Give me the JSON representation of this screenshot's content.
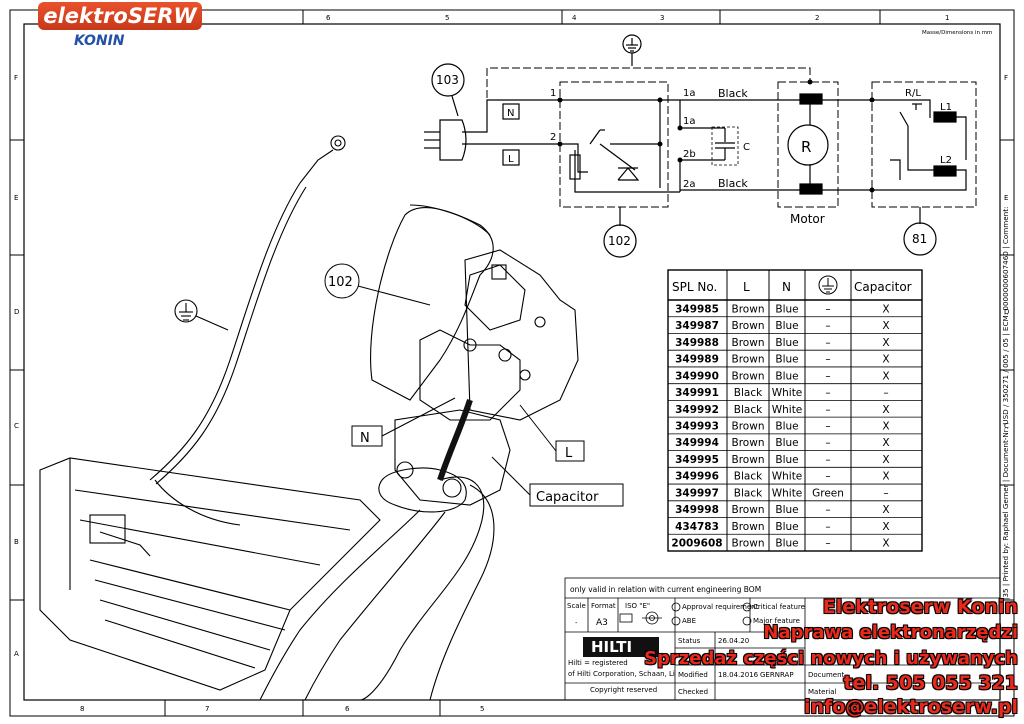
{
  "branding": {
    "logo_main": "elektroSERW",
    "logo_sub": "KONIN",
    "ad_lines": [
      "Elektroserw Konin",
      "Naprawa elektronarzędzi",
      "Sprzedaż części nowych i używanych",
      "tel. 505 055 321",
      "info@elektroserw.pl"
    ]
  },
  "frame": {
    "columns_top": [
      "6",
      "5",
      "4",
      "3",
      "2",
      "1"
    ],
    "columns_bottom": [
      "8",
      "7",
      "6",
      "5"
    ],
    "rows": [
      "F",
      "E",
      "D",
      "C",
      "B",
      "A"
    ],
    "units_note": "Masse/Dimensions in mm",
    "side_text": "|35 | Printed by: Raphael Gerner | Document-Nr: USD / 350271 / 005 / 05 | ECM: 0000000607460 | Comment:"
  },
  "schematic": {
    "callouts": {
      "plug": "103",
      "switch": "102",
      "motor": "Motor",
      "field": "81"
    },
    "labels": {
      "n": "N",
      "l": "L",
      "term1": "1",
      "term2": "2",
      "t1a_top": "1a",
      "t1a_mid": "1a",
      "t2b": "2b",
      "t2a": "2a",
      "black_top": "Black",
      "black_bottom": "Black",
      "cap": "C",
      "rotor": "R",
      "rl": "R/L",
      "l1": "L1",
      "l2": "L2"
    }
  },
  "assembly": {
    "callout_102": "102",
    "label_n": "N",
    "label_l": "L",
    "label_capacitor": "Capacitor"
  },
  "parts_table": {
    "headers": [
      "SPL No.",
      "L",
      "N",
      "ground-symbol",
      "Capacitor"
    ],
    "rows": [
      [
        "349985",
        "Brown",
        "Blue",
        "–",
        "X"
      ],
      [
        "349987",
        "Brown",
        "Blue",
        "–",
        "X"
      ],
      [
        "349988",
        "Brown",
        "Blue",
        "–",
        "X"
      ],
      [
        "349989",
        "Brown",
        "Blue",
        "–",
        "X"
      ],
      [
        "349990",
        "Brown",
        "Blue",
        "–",
        "X"
      ],
      [
        "349991",
        "Black",
        "White",
        "–",
        "–"
      ],
      [
        "349992",
        "Black",
        "White",
        "–",
        "X"
      ],
      [
        "349993",
        "Brown",
        "Blue",
        "–",
        "X"
      ],
      [
        "349994",
        "Brown",
        "Blue",
        "–",
        "X"
      ],
      [
        "349995",
        "Brown",
        "Blue",
        "–",
        "X"
      ],
      [
        "349996",
        "Black",
        "White",
        "–",
        "X"
      ],
      [
        "349997",
        "Black",
        "White",
        "Green",
        "–"
      ],
      [
        "349998",
        "Brown",
        "Blue",
        "–",
        "X"
      ],
      [
        "434783",
        "Brown",
        "Blue",
        "–",
        "X"
      ],
      [
        "2009608",
        "Brown",
        "Blue",
        "–",
        "X"
      ]
    ]
  },
  "title_block": {
    "validity": "only valid in relation with current engineering BOM",
    "scale_label": "Scale",
    "scale_value": "-",
    "format_label": "Format",
    "format_value": "A3",
    "iso_label": "ISO \"E\"",
    "approval": "Approval requirement",
    "critical": "Critical feature",
    "abe": "ABE",
    "major": "Major feature",
    "brand": "HILTI",
    "status_label": "Status",
    "status_date": "26.04.20",
    "modified_label": "Modified",
    "modified_date": "18.04.2016",
    "modified_by": "GERNRAP",
    "checked_label": "Checked",
    "document_label": "Document",
    "material_label": "Material",
    "reg_line1": "Hilti = registered",
    "reg_line2": "of Hilti Corporation, Schaan, Li",
    "copyright": "Copyright reserved"
  },
  "colors": {
    "ad_red": "#e8291c",
    "logo_orange": "#e9512b",
    "logo_blue": "#2350a8"
  }
}
